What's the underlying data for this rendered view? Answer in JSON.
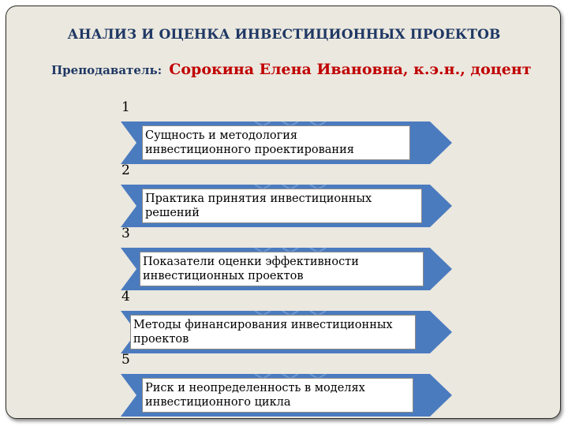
{
  "slide": {
    "title": "АНАЛИЗ И ОЦЕНКА ИНВЕСТИЦИОННЫХ ПРОЕКТОВ",
    "teacher_label": "Преподаватель:",
    "teacher_name": "Сорокина Елена Ивановна, к.э.н., доцент",
    "colors": {
      "title": "#1f3864",
      "teacher_name": "#c00000",
      "arrow": "#4b7bbf",
      "background": "#ebe8df"
    },
    "steps": [
      {
        "num": "1",
        "text": "Сущность и методология инвестиционного проектирования"
      },
      {
        "num": "2",
        "text": "Практика принятия инвестиционных решений"
      },
      {
        "num": "3",
        "text": "Показатели оценки эффективности инвестиционных проектов"
      },
      {
        "num": "4",
        "text": "Методы финансирования инвестиционных проектов"
      },
      {
        "num": "5",
        "text": "Риск и неопределенность в моделях инвестиционного цикла"
      }
    ]
  }
}
